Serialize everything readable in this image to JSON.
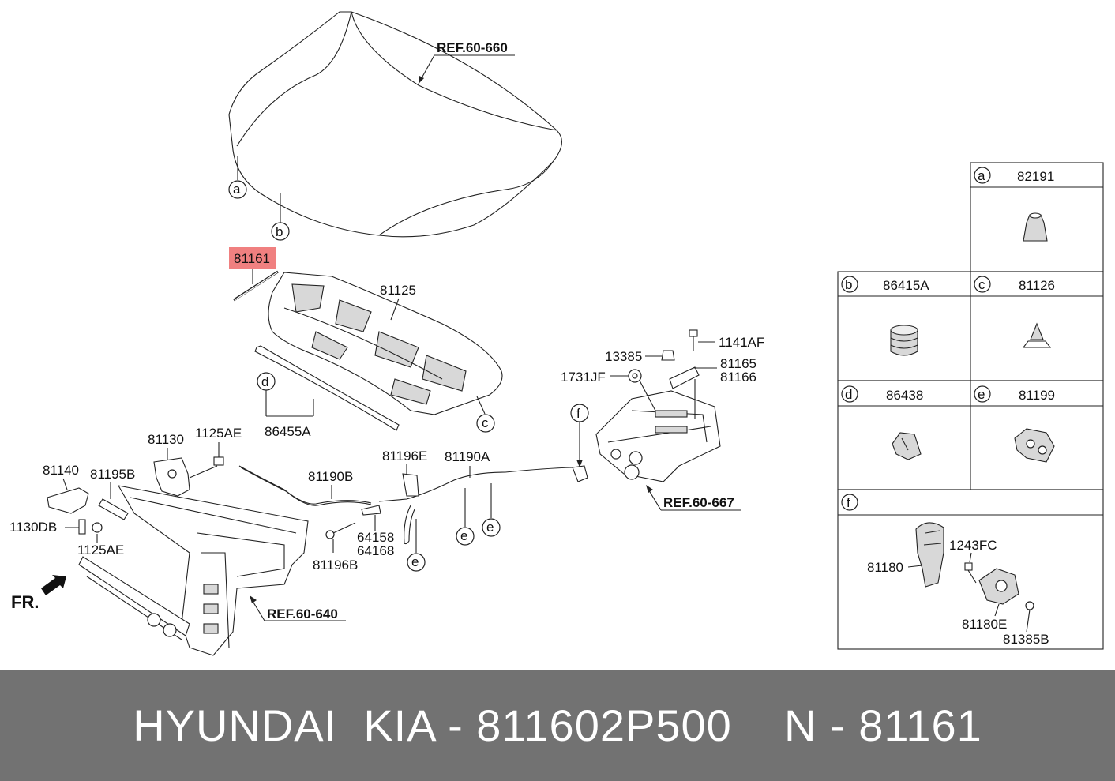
{
  "hood_assembly": {
    "ref_hood": "REF.60-660",
    "ref_lock_area": "REF.60-667",
    "ref_front_frame": "REF.60-640",
    "front_label": "FR.",
    "highlighted_part": "81161",
    "callouts": {
      "a": "a",
      "b": "b",
      "c": "c",
      "d": "d",
      "e": "e",
      "f": "f"
    },
    "parts": {
      "p81125": "81125",
      "p86455A": "86455A",
      "p81130": "81130",
      "p1125AE_top": "1125AE",
      "p81140": "81140",
      "p81195B": "81195B",
      "p1130DB": "1130DB",
      "p1125AE_bottom": "1125AE",
      "p81190B": "81190B",
      "p81196E": "81196E",
      "p81190A": "81190A",
      "p64158": "64158",
      "p64168": "64168",
      "p81196B": "81196B",
      "p13385": "13385",
      "p1141AF": "1141AF",
      "p81165": "81165",
      "p81166": "81166",
      "p1731JF": "1731JF"
    }
  },
  "legend": {
    "a": {
      "letter": "a",
      "part": "82191",
      "icon": "bumper-stop-icon"
    },
    "b": {
      "letter": "b",
      "part": "86415A",
      "icon": "cylinder-bumper-icon"
    },
    "c": {
      "letter": "c",
      "part": "81126",
      "icon": "cone-clip-icon"
    },
    "d": {
      "letter": "d",
      "part": "86438",
      "icon": "retainer-clip-icon"
    },
    "e": {
      "letter": "e",
      "part": "81199",
      "icon": "cable-clip-icon"
    },
    "f": {
      "letter": "f",
      "parts": {
        "handle": "81180",
        "bolt": "1243FC",
        "bracket": "81180E",
        "nut": "81385B"
      },
      "icon": "release-handle-icon"
    }
  },
  "footer": {
    "brand": "HYUNDAI  KIA",
    "separator": " - ",
    "part_number": "811602P500",
    "spacer": "    ",
    "code": "N - 81161"
  }
}
